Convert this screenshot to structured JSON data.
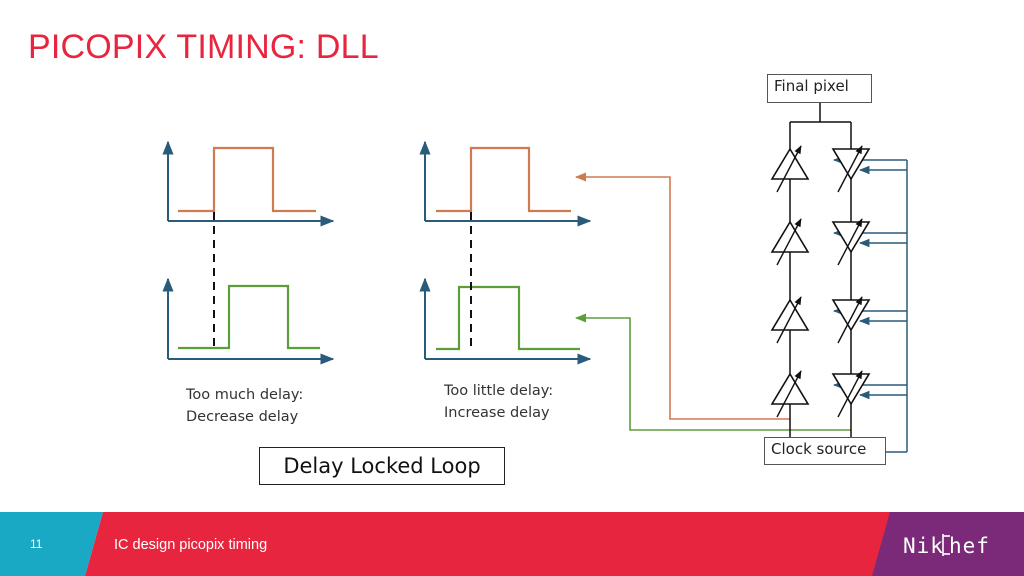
{
  "slide": {
    "title": "PICOPIX TIMING: DLL",
    "number": "11",
    "footer_text": "IC design picopix timing",
    "logo": "Nikhef"
  },
  "diagram": {
    "final_pixel_label": "Final pixel",
    "clock_source_label": "Clock source",
    "dll_label": "Delay Locked Loop",
    "captions": {
      "too_much": [
        "Too much delay:",
        "Decrease delay"
      ],
      "too_little": [
        "Too little delay:",
        "Increase delay"
      ]
    }
  },
  "colors": {
    "title_red": "#e8253f",
    "axis_blue": "#2a5b7b",
    "signal_orange": "#d07a50",
    "signal_green": "#5c9e3a",
    "footer_cyan": "#1aa9c4",
    "footer_red": "#e8253f",
    "footer_purple": "#7a2a78"
  },
  "icons": [
    "variable-buffer-icon",
    "variable-inverter-icon"
  ]
}
